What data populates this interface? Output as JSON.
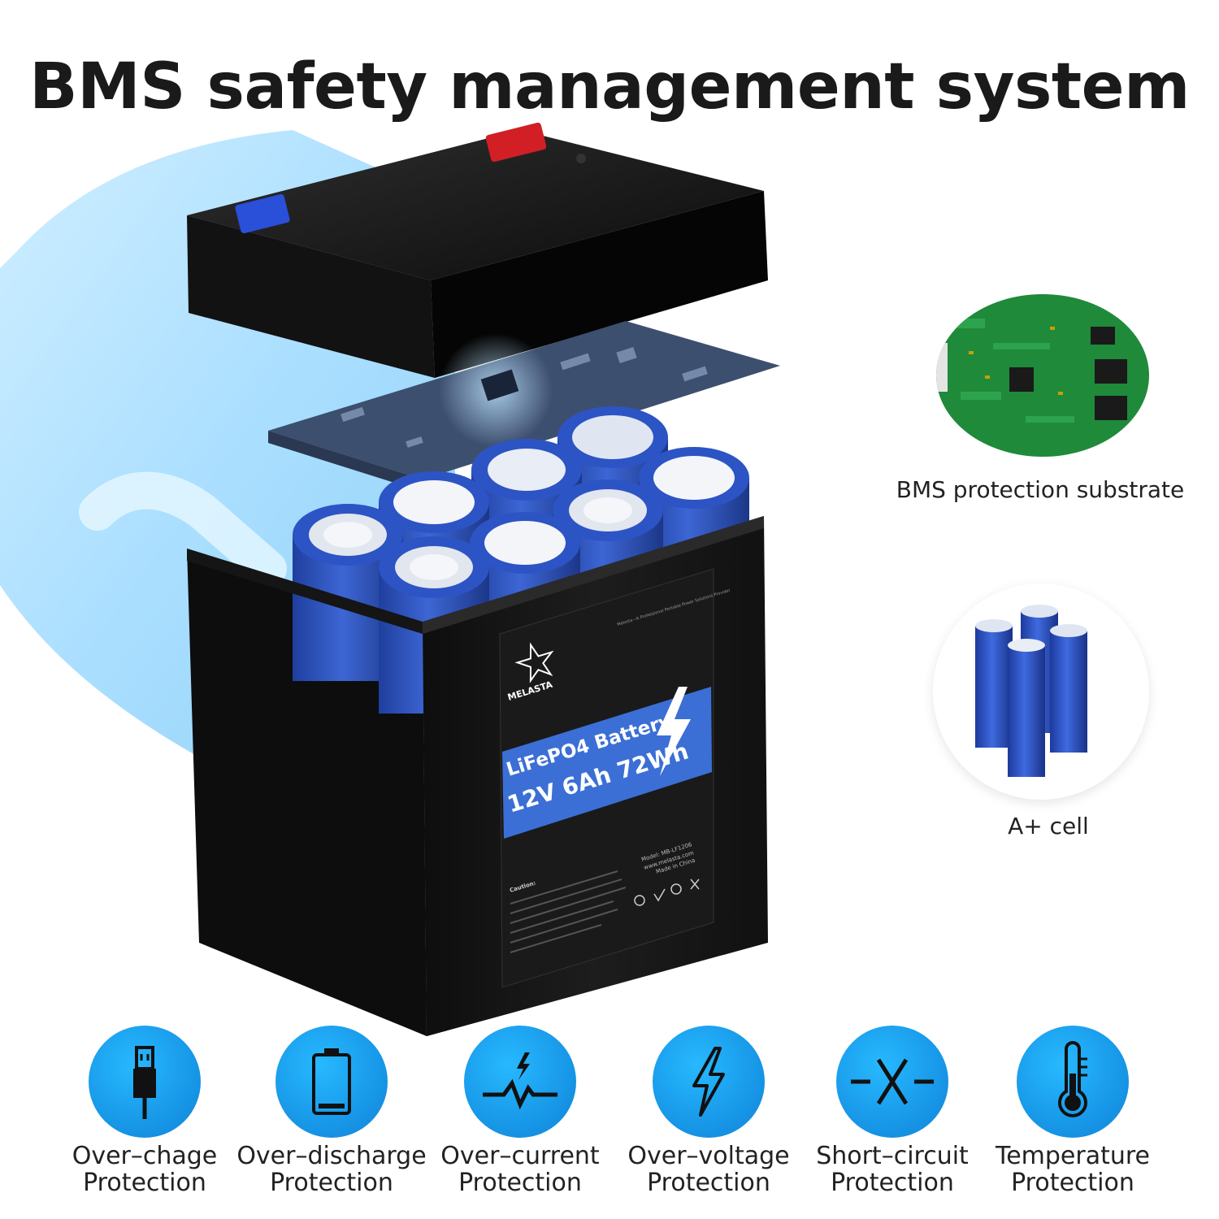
{
  "title": "BMS safety management system",
  "battery": {
    "brand": "MELASTA",
    "tagline": "Melasta—A Professional Portable Power Solutions Provider",
    "product_line1": "LiFePO4 Battery",
    "product_line2": "12V 6Ah 72Wh",
    "model": "Model: MB-LF1206",
    "website": "www.melasta.com",
    "made_in": "Made in China",
    "caution_title": "Caution:"
  },
  "bms_board": {
    "caption": "BMS protection substrate"
  },
  "cells": {
    "caption": "A+ cell"
  },
  "features": [
    {
      "line1": "Over–chage",
      "line2": "Protection",
      "icon": "plug-icon"
    },
    {
      "line1": "Over–discharge",
      "line2": "Protection",
      "icon": "battery-icon"
    },
    {
      "line1": "Over–current",
      "line2": "Protection",
      "icon": "current-spike-icon"
    },
    {
      "line1": "Over–voltage",
      "line2": "Protection",
      "icon": "lightning-icon"
    },
    {
      "line1": "Short–circuit",
      "line2": "Protection",
      "icon": "short-circuit-icon"
    },
    {
      "line1": "Temperature",
      "line2": "Protection",
      "icon": "thermometer-icon"
    }
  ],
  "colors": {
    "accent_blue": "#1898e8",
    "cell_blue": "#2a4fb8",
    "label_blue": "#3b6fd6",
    "pcb_green": "#1f8a3a"
  }
}
